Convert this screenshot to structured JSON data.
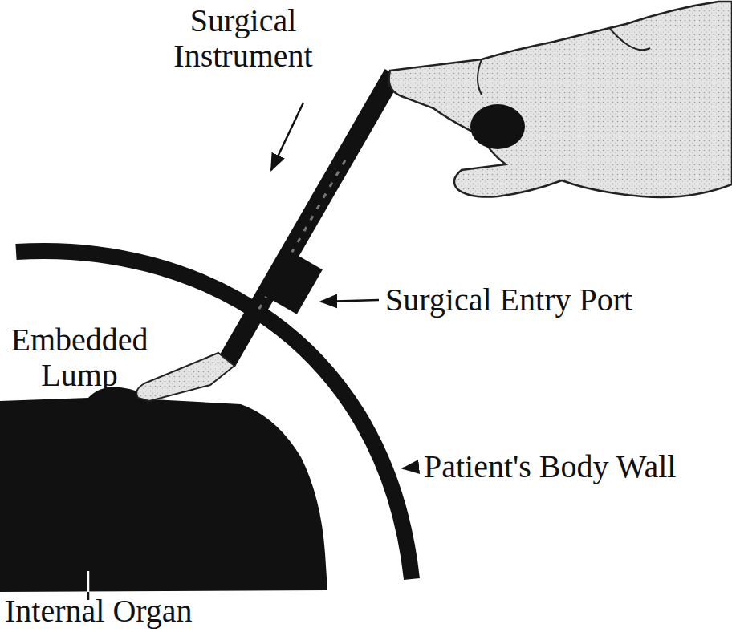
{
  "diagram": {
    "labels": [
      "Surgical Instrument",
      "Surgical Entry Port",
      "Embedded Lump",
      "Patient's Body Wall",
      "Internal Organ"
    ]
  }
}
